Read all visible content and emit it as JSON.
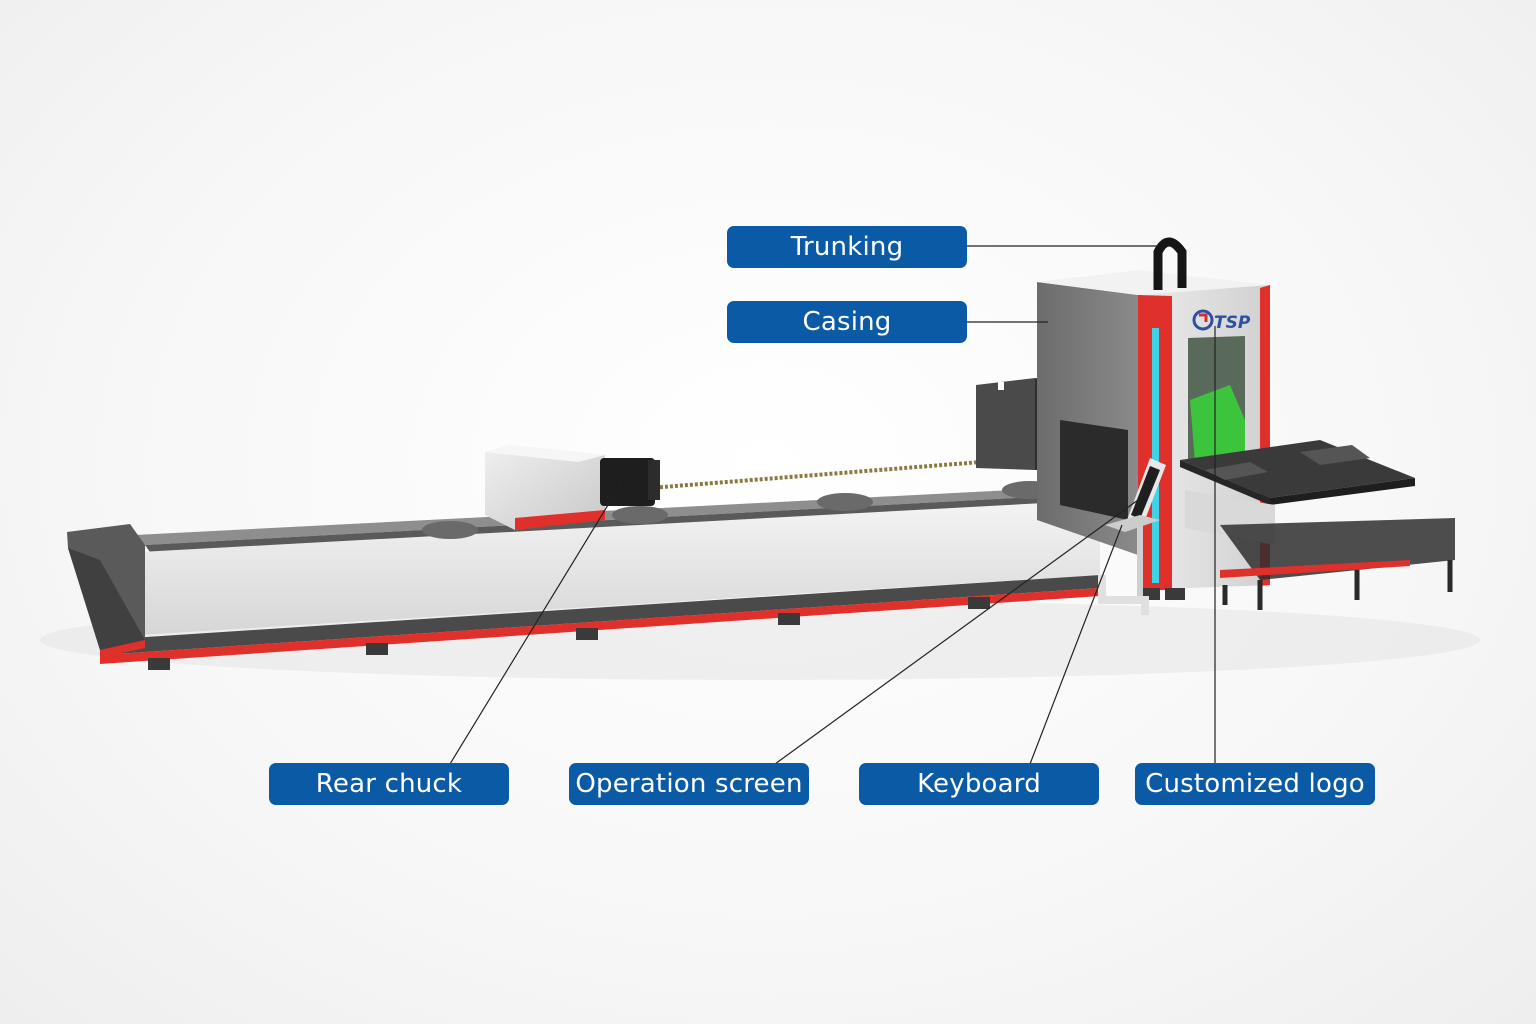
{
  "callouts": {
    "trunking": "Trunking",
    "casing": "Casing",
    "rear_chuck": "Rear chuck",
    "operation_screen": "Operation screen",
    "keyboard": "Keyboard",
    "customized_logo": "Customized logo"
  },
  "brand_logo_text": "TSP",
  "colors": {
    "callout_bg": "#0b5aa5",
    "accent_red": "#e0302b",
    "cyan_strip": "#3fd3e6",
    "laser_window_green": "#3cc43c"
  }
}
